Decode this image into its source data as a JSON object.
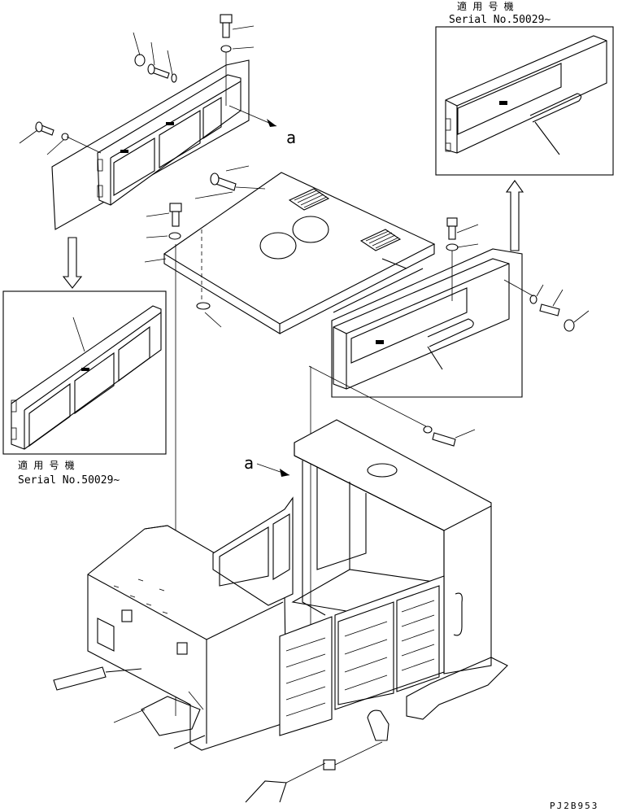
{
  "callouts": {
    "serial_top": {
      "jp": "適 用 号 機",
      "en": "Serial No.50029~"
    },
    "serial_left": {
      "jp": "適 用 号 機",
      "en": "Serial No.50029~"
    }
  },
  "labels": {
    "ref_a_top": "a",
    "ref_a_mid": "a"
  },
  "drawing_code": "PJ2B953"
}
